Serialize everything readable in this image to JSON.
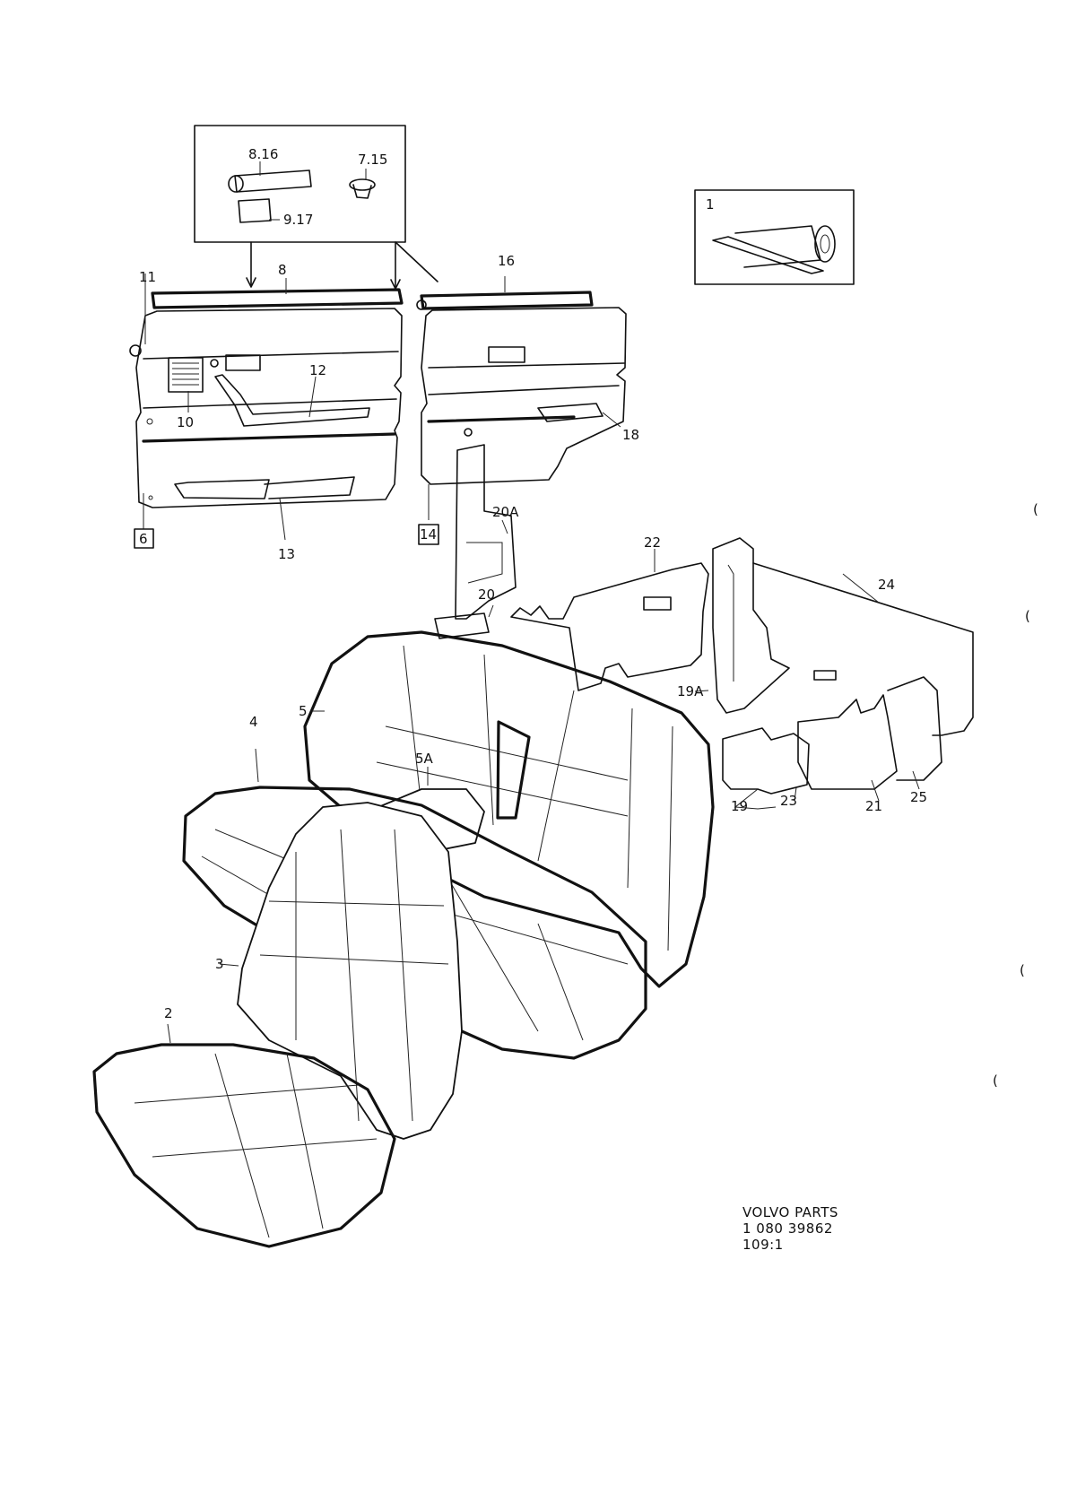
{
  "labels": {
    "l_8_16": "8.16",
    "l_7_15": "7.15",
    "l_9_17": "9.17",
    "l_1": "1",
    "l_11": "11",
    "l_8": "8",
    "l_16": "16",
    "l_12": "12",
    "l_10": "10",
    "l_18": "18",
    "l_6": "6",
    "l_13": "13",
    "l_14": "14",
    "l_20A": "20A",
    "l_22": "22",
    "l_24": "24",
    "l_20": "20",
    "l_5": "5",
    "l_19A": "19A",
    "l_4": "4",
    "l_5A": "5A",
    "l_19": "19",
    "l_23": "23",
    "l_21": "21",
    "l_25": "25",
    "l_3": "3",
    "l_2": "2"
  },
  "caption": {
    "line1": "VOLVO PARTS",
    "line2": "1  080  39862",
    "line3": "109:1"
  },
  "margin_marks": [
    "(",
    "(",
    "(",
    "("
  ]
}
